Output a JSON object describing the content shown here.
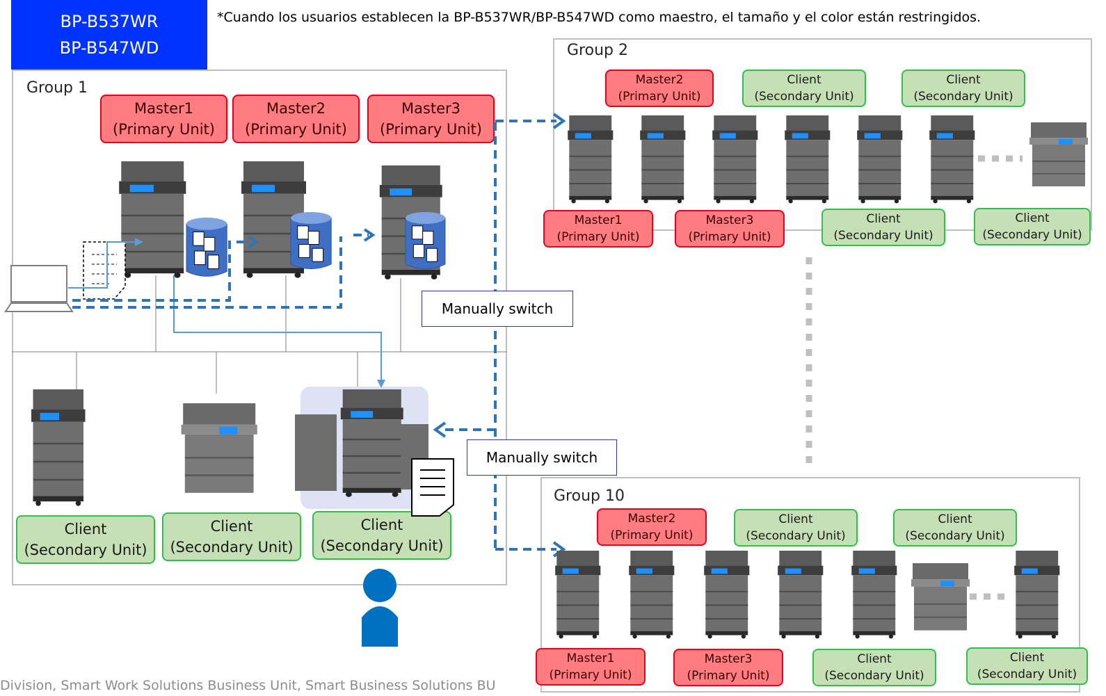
{
  "models": [
    "BP-B537WR",
    "BP-B547WD"
  ],
  "note": "*Cuando los usuarios establecen la BP-B537WR/BP-B547WD  como maestro, el tamaño y el color están restringidos.",
  "group1": {
    "title": "Group 1",
    "masters": [
      {
        "line1": "Master1",
        "line2": "(Primary Unit)"
      },
      {
        "line1": "Master2",
        "line2": "(Primary Unit)"
      },
      {
        "line1": "Master3",
        "line2": "(Primary Unit)"
      }
    ],
    "clients": [
      {
        "line1": "Client",
        "line2": "(Secondary  Unit)"
      },
      {
        "line1": "Client",
        "line2": "(Secondary  Unit)"
      },
      {
        "line1": "Client",
        "line2": "(Secondary  Unit)"
      }
    ]
  },
  "group2": {
    "title": "Group 2",
    "top_tags": [
      {
        "line1": "Master2",
        "line2": "(Primary Unit)",
        "kind": "master"
      },
      {
        "line1": "Client",
        "line2": "(Secondary Unit)",
        "kind": "client"
      },
      {
        "line1": "Client",
        "line2": "(Secondary Unit)",
        "kind": "client"
      }
    ],
    "bottom_tags": [
      {
        "line1": "Master1",
        "line2": "(Primary Unit)",
        "kind": "master"
      },
      {
        "line1": "Master3",
        "line2": "(Primary Unit)",
        "kind": "master"
      },
      {
        "line1": "Client",
        "line2": "(Secondary Unit)",
        "kind": "client"
      },
      {
        "line1": "Client",
        "line2": "(Secondary Unit)",
        "kind": "client"
      }
    ]
  },
  "group10": {
    "title": "Group 10",
    "top_tags": [
      {
        "line1": "Master2",
        "line2": "(Primary Unit)",
        "kind": "master"
      },
      {
        "line1": "Client",
        "line2": "(Secondary Unit)",
        "kind": "client"
      },
      {
        "line1": "Client",
        "line2": "(Secondary Unit)",
        "kind": "client"
      }
    ],
    "bottom_tags": [
      {
        "line1": "Master1",
        "line2": "(Primary Unit)",
        "kind": "master"
      },
      {
        "line1": "Master3",
        "line2": "(Primary Unit)",
        "kind": "master"
      },
      {
        "line1": "Client",
        "line2": "(Secondary Unit)",
        "kind": "client"
      },
      {
        "line1": "Client",
        "line2": "(Secondary Unit)",
        "kind": "client"
      }
    ]
  },
  "switch_labels": [
    "Manually switch",
    "Manually switch"
  ],
  "footer": "Division, Smart Work Solutions Business Unit, Smart Business Solutions BU",
  "colors": {
    "model_box": "#0033ff",
    "master_fill": "#ff7c80",
    "master_border": "#e8001c",
    "client_fill": "#c5e0b4",
    "client_border": "#2fbf4a",
    "arrow": "#2e75b6",
    "database": "#3f6fc4",
    "person": "#0070c0"
  }
}
